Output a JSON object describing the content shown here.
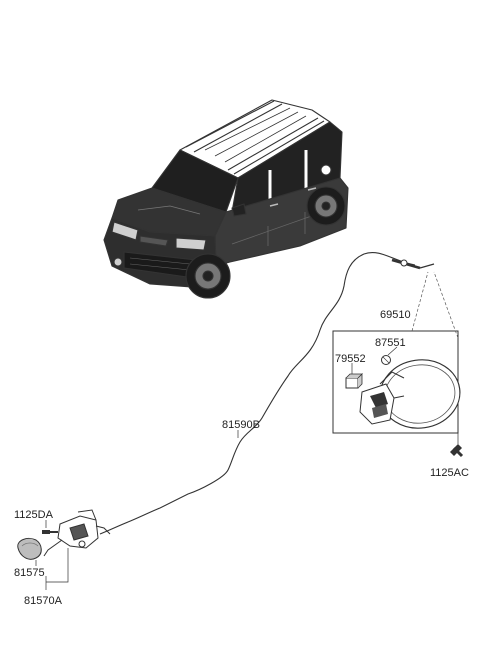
{
  "labels": {
    "fuel_door_assembly": "69510",
    "fuel_door_spring": "87551",
    "fuel_door_bumper": "79552",
    "fuel_door_screw": "1125AC",
    "release_cable": "81590B",
    "lever_bolt": "1125DA",
    "lever_cover": "81575",
    "release_lever_assembly": "81570A"
  },
  "colors": {
    "line": "#333333",
    "fill": "#ffffff",
    "dark": "#2a2a2a"
  }
}
